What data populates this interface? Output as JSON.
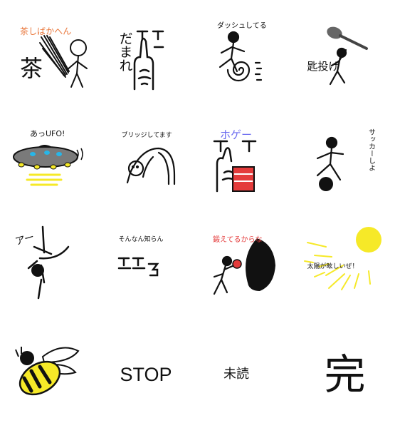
{
  "colors": {
    "ink": "#111111",
    "orange": "#e9763a",
    "blue": "#6b6bf0",
    "red": "#e43b3b",
    "yellow": "#f6e928",
    "gray": "#7a7a7a",
    "cyan": "#27b6e8"
  },
  "stickers": [
    {
      "id": "tea",
      "caption": "茶しばかへん",
      "big": "茶"
    },
    {
      "id": "quiet",
      "caption": "だまれ"
    },
    {
      "id": "dash",
      "caption": "ダッシュしてる"
    },
    {
      "id": "spoon",
      "caption": "匙投げ"
    },
    {
      "id": "ufo",
      "caption": "あっUFO!"
    },
    {
      "id": "bridge",
      "caption": "ブリッジしてます"
    },
    {
      "id": "hoge",
      "caption": "ホゲー"
    },
    {
      "id": "soccer",
      "caption": "サッカーしよ"
    },
    {
      "id": "ah",
      "caption": "アー"
    },
    {
      "id": "dunno",
      "caption": "そんなん知らん"
    },
    {
      "id": "train",
      "caption": "鍛えてるからな"
    },
    {
      "id": "sun",
      "caption": "太陽が眩しいぜ！"
    },
    {
      "id": "bee",
      "caption": ""
    },
    {
      "id": "stop",
      "caption": "STOP"
    },
    {
      "id": "unread",
      "caption": "未読"
    },
    {
      "id": "end",
      "caption": "完"
    }
  ]
}
